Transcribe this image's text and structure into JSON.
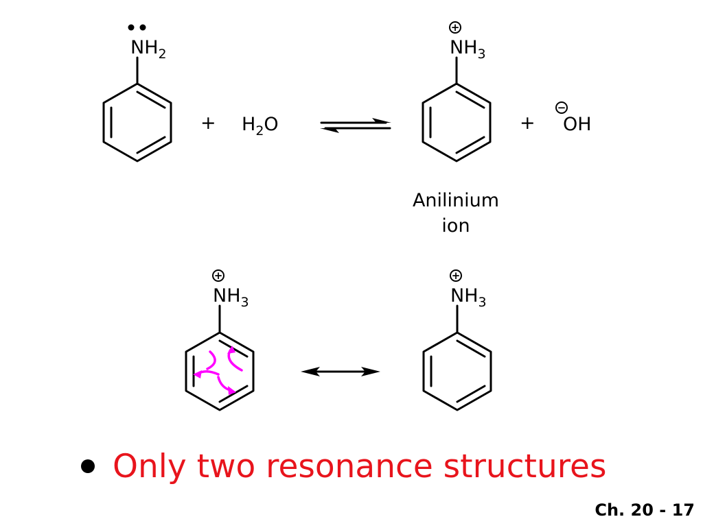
{
  "equation": {
    "reactant_amine": {
      "group": "NH",
      "subscript": "2",
      "lone_pair": true
    },
    "plus_1": "+",
    "water": {
      "h": "H",
      "subscript": "2",
      "o": "O"
    },
    "product_ion": {
      "group": "NH",
      "subscript": "3",
      "charge": "+"
    },
    "plus_2": "+",
    "hydroxide": {
      "text": "OH",
      "charge": "−"
    },
    "product_label_line1": "Anilinium",
    "product_label_line2": "ion"
  },
  "resonance": {
    "structure_1": {
      "group": "NH",
      "subscript": "3",
      "charge": "+"
    },
    "structure_2": {
      "group": "NH",
      "subscript": "3",
      "charge": "+"
    },
    "curved_arrow_color": "#ff00ff"
  },
  "bullet": {
    "text": "Only two resonance structures",
    "color": "#e8141c"
  },
  "footer": {
    "slide_number": "Ch. 20 - 17"
  }
}
